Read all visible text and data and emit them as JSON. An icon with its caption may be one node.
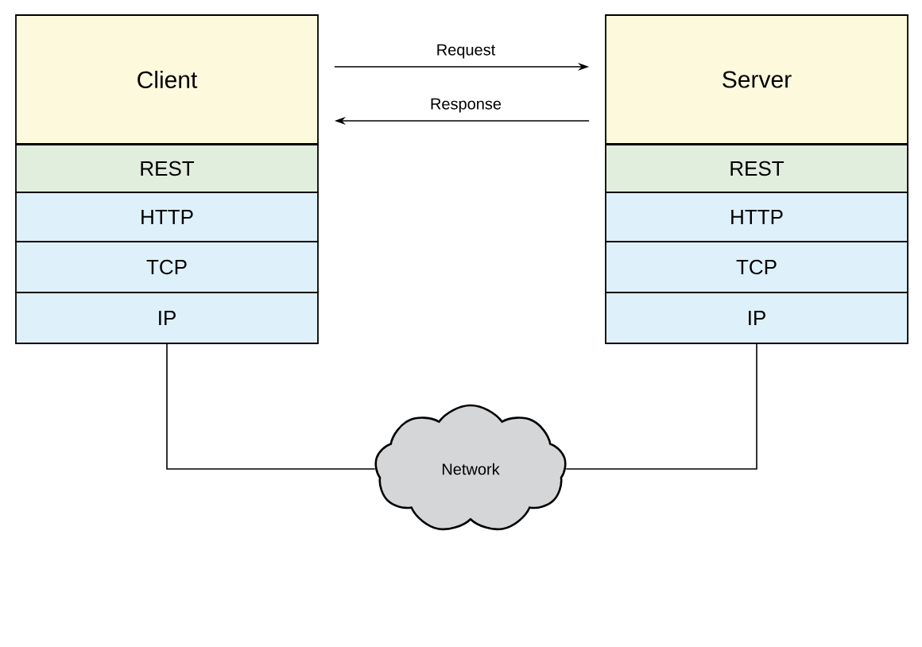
{
  "diagram": {
    "nodes": [
      {
        "text": [
          "Client"
        ]
      },
      {
        "text": [
          "REST"
        ]
      },
      {
        "text": [
          "HTTP"
        ]
      },
      {
        "text": [
          "TCP"
        ]
      },
      {
        "text": [
          "IP"
        ]
      },
      {
        "text": [
          "Server"
        ]
      },
      {
        "text": [
          "REST"
        ]
      },
      {
        "text": [
          "HTTP"
        ]
      },
      {
        "text": [
          "TCP"
        ]
      },
      {
        "text": [
          "IP"
        ]
      },
      {
        "text": [
          "Network"
        ]
      }
    ],
    "edges": [
      {
        "from": 0,
        "to": 5,
        "arrow": "to",
        "label": "Request"
      },
      {
        "from": 5,
        "to": 0,
        "arrow": "to",
        "label": "Response"
      },
      {
        "from": 4,
        "to": 10,
        "arrow": "none"
      },
      {
        "from": 9,
        "to": 10,
        "arrow": "none"
      }
    ]
  }
}
